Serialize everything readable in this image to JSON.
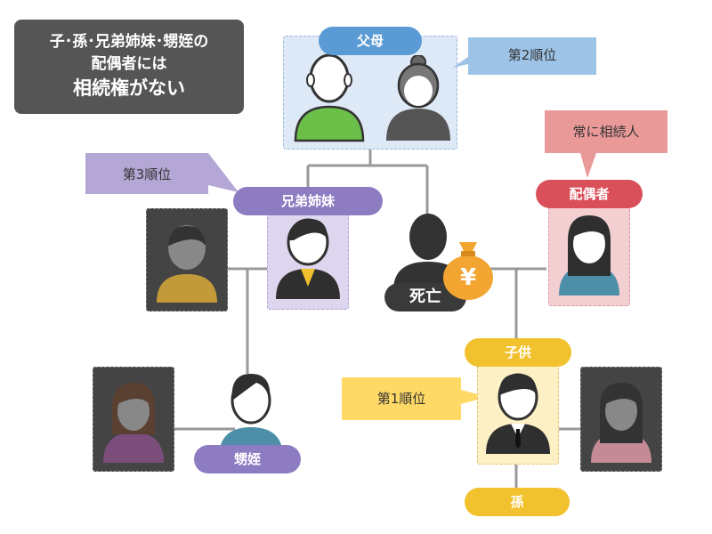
{
  "note": {
    "line1": "子･孫･兄弟姉妹･甥姪の",
    "line2": "配偶者には",
    "line3": "相続権がない"
  },
  "labels": {
    "parents": "父母",
    "siblings": "兄弟姉妹",
    "spouse": "配偶者",
    "children": "子供",
    "nephew_niece": "甥姪",
    "grandchild": "孫",
    "deceased": "死亡"
  },
  "callouts": {
    "rank2": "第2順位",
    "rank3": "第3順位",
    "rank1": "第1順位",
    "always_heir": "常に相続人"
  },
  "icons": {
    "yen": "¥"
  },
  "colors": {
    "blue": "#5b9bd5",
    "blue_light": "#dde9f6",
    "purple": "#8e7cc3",
    "purple_light": "#ddd6ee",
    "red": "#d9505a",
    "red_light": "#f3cfd2",
    "yellow": "#f2c12e",
    "yellow_light": "#fdf0c4",
    "dark_gray": "#555555",
    "line_gray": "#999999",
    "money_orange": "#f2a531"
  }
}
